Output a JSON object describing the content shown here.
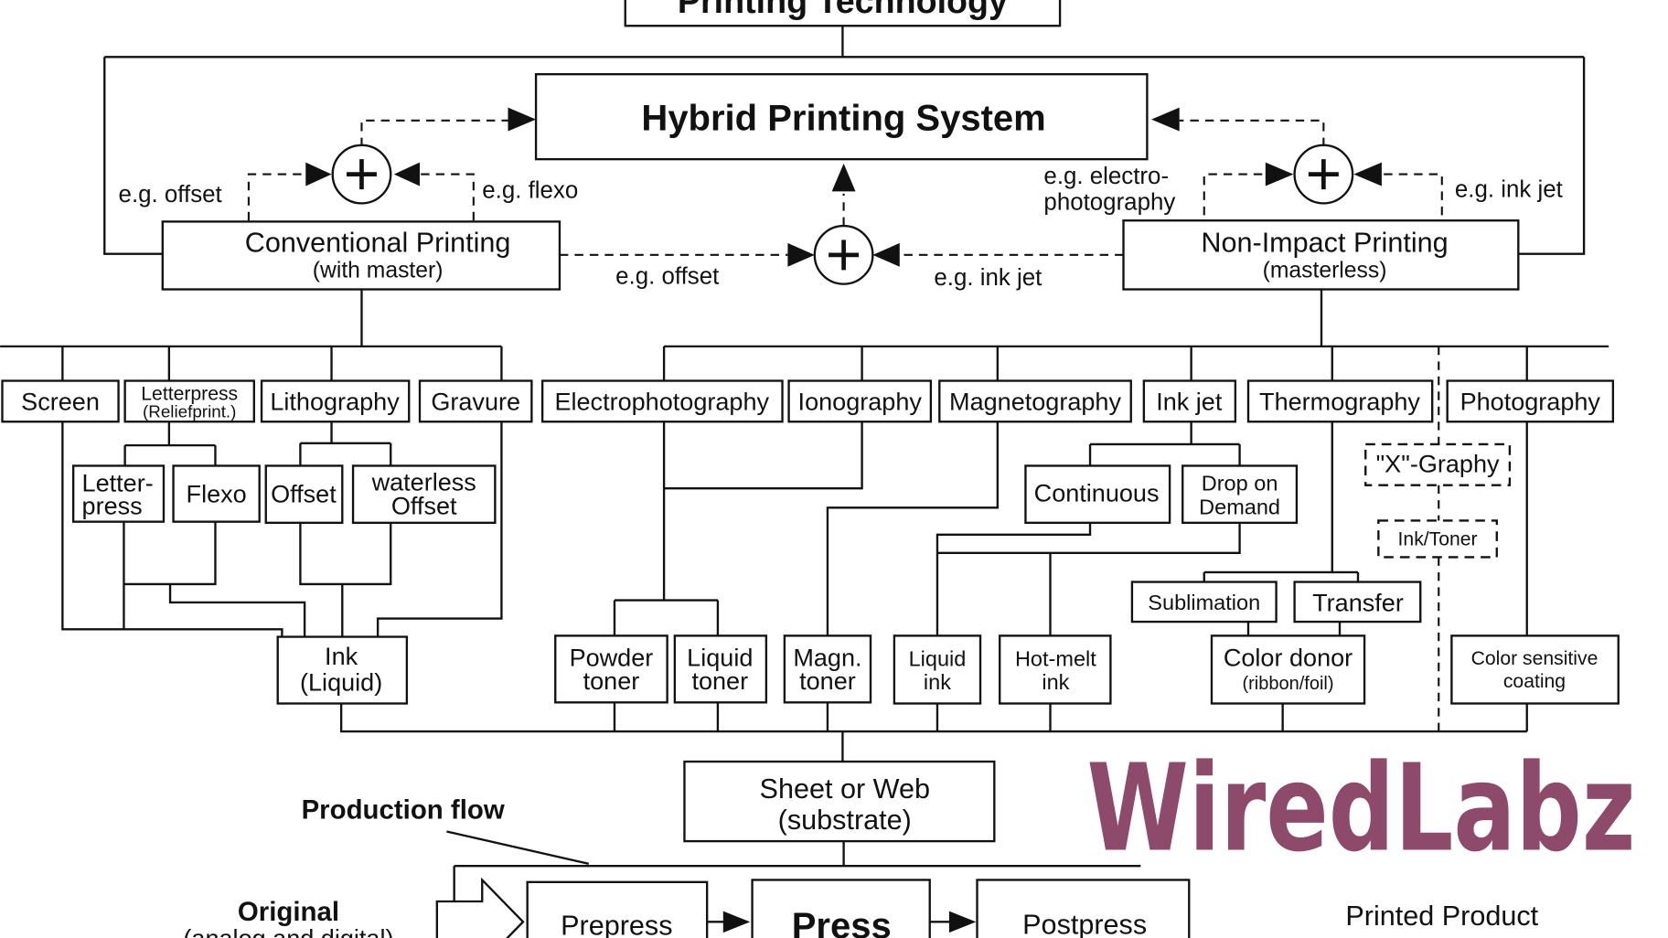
{
  "title": "Printing Technology",
  "hybrid": "Hybrid Printing System",
  "conventional": {
    "title": "Conventional Printing",
    "subtitle": "(with master)"
  },
  "non_impact": {
    "title": "Non-Impact Printing",
    "subtitle": "(masterless)"
  },
  "examples": {
    "left_offset": "e.g. offset",
    "left_flexo": "e.g. flexo",
    "center_offset": "e.g. offset",
    "center_inkjet": "e.g. ink jet",
    "right_electro_1": "e.g. electro-",
    "right_electro_2": "photography",
    "right_inkjet": "e.g. ink jet"
  },
  "processes": {
    "screen": "Screen",
    "letterpress_1": "Letterpress",
    "letterpress_2": "(Reliefprint.)",
    "lithography": "Lithography",
    "gravure": "Gravure",
    "electrophotography": "Electrophotography",
    "ionography": "Ionography",
    "magnetography": "Magnetography",
    "inkjet": "Ink jet",
    "thermography": "Thermography",
    "photography": "Photography"
  },
  "subprocesses": {
    "letterpress_1": "Letter-",
    "letterpress_2": "press",
    "flexo": "Flexo",
    "offset": "Offset",
    "waterless_1": "waterless",
    "waterless_2": "Offset",
    "continuous": "Continuous",
    "dod_1": "Drop on",
    "dod_2": "Demand",
    "xgraphy": "\"X\"-Graphy",
    "ink_toner": "Ink/Toner",
    "sublimation": "Sublimation",
    "transfer": "Transfer"
  },
  "media": {
    "ink_1": "Ink",
    "ink_2": "(Liquid)",
    "powder_1": "Powder",
    "powder_2": "toner",
    "liquid_toner_1": "Liquid",
    "liquid_toner_2": "toner",
    "magn_1": "Magn.",
    "magn_2": "toner",
    "liquid_ink_1": "Liquid",
    "liquid_ink_2": "ink",
    "hotmelt_1": "Hot-melt",
    "hotmelt_2": "ink",
    "donor_1": "Color donor",
    "donor_2": "(ribbon/foil)",
    "coating_1": "Color sensitive",
    "coating_2": "coating"
  },
  "substrate": {
    "line1": "Sheet or Web",
    "line2": "(substrate)"
  },
  "production": {
    "label": "Production flow",
    "original": "Original",
    "original_sub": "(analog and digital)",
    "prepress": "Prepress",
    "press": "Press",
    "postpress": "Postpress",
    "printed_product": "Printed Product"
  },
  "watermark": {
    "text": "WiredLabz",
    "color": "#8e4a6b"
  }
}
